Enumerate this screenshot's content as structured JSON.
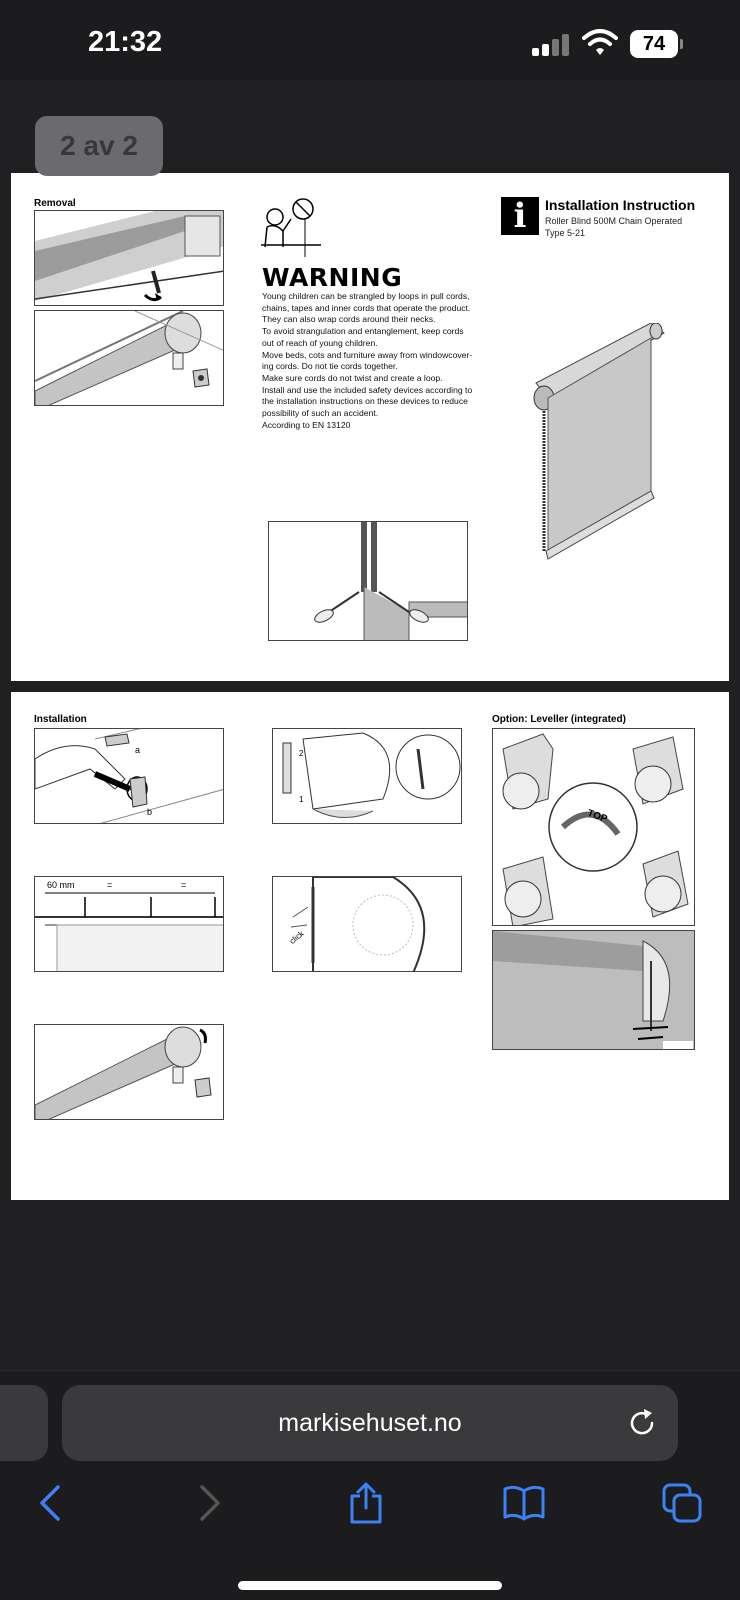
{
  "status": {
    "time": "21:32",
    "battery": "74"
  },
  "viewer": {
    "page_indicator": "2 av 2"
  },
  "page1": {
    "removal_title": "Removal",
    "warning": {
      "title": "WARNING",
      "lines": [
        "Young children can be strangled by loops in pull cords,",
        "chains, tapes and inner cords that operate the product.",
        "They can also wrap cords around their necks.",
        "To avoid strangulation and entanglement, keep cords",
        "out of reach of young children.",
        "Move beds, cots and furniture away from windowcover-",
        "ing cords. Do not tie cords together.",
        "Make sure cords do not twist and create a loop.",
        "Install and use the included safety devices according to",
        "the installation instructions on these devices to reduce",
        "possibility of such an accident.",
        "According to EN 13120"
      ]
    },
    "instruction": {
      "icon_letter": "i",
      "title": "Installation Instruction",
      "subtitle_1": "Roller Blind 500M Chain Operated",
      "subtitle_2": "Type 5-21"
    }
  },
  "page2": {
    "installation_title": "Installation",
    "option_title": "Option: Leveller (integrated)",
    "label_a": "a",
    "label_b": "b",
    "label_60mm": "60 mm",
    "label_eq": "=",
    "label_click": "click",
    "label_top": "TOP",
    "label_1": "1",
    "label_2": "2"
  },
  "browser": {
    "url": "markisehuset.no"
  }
}
